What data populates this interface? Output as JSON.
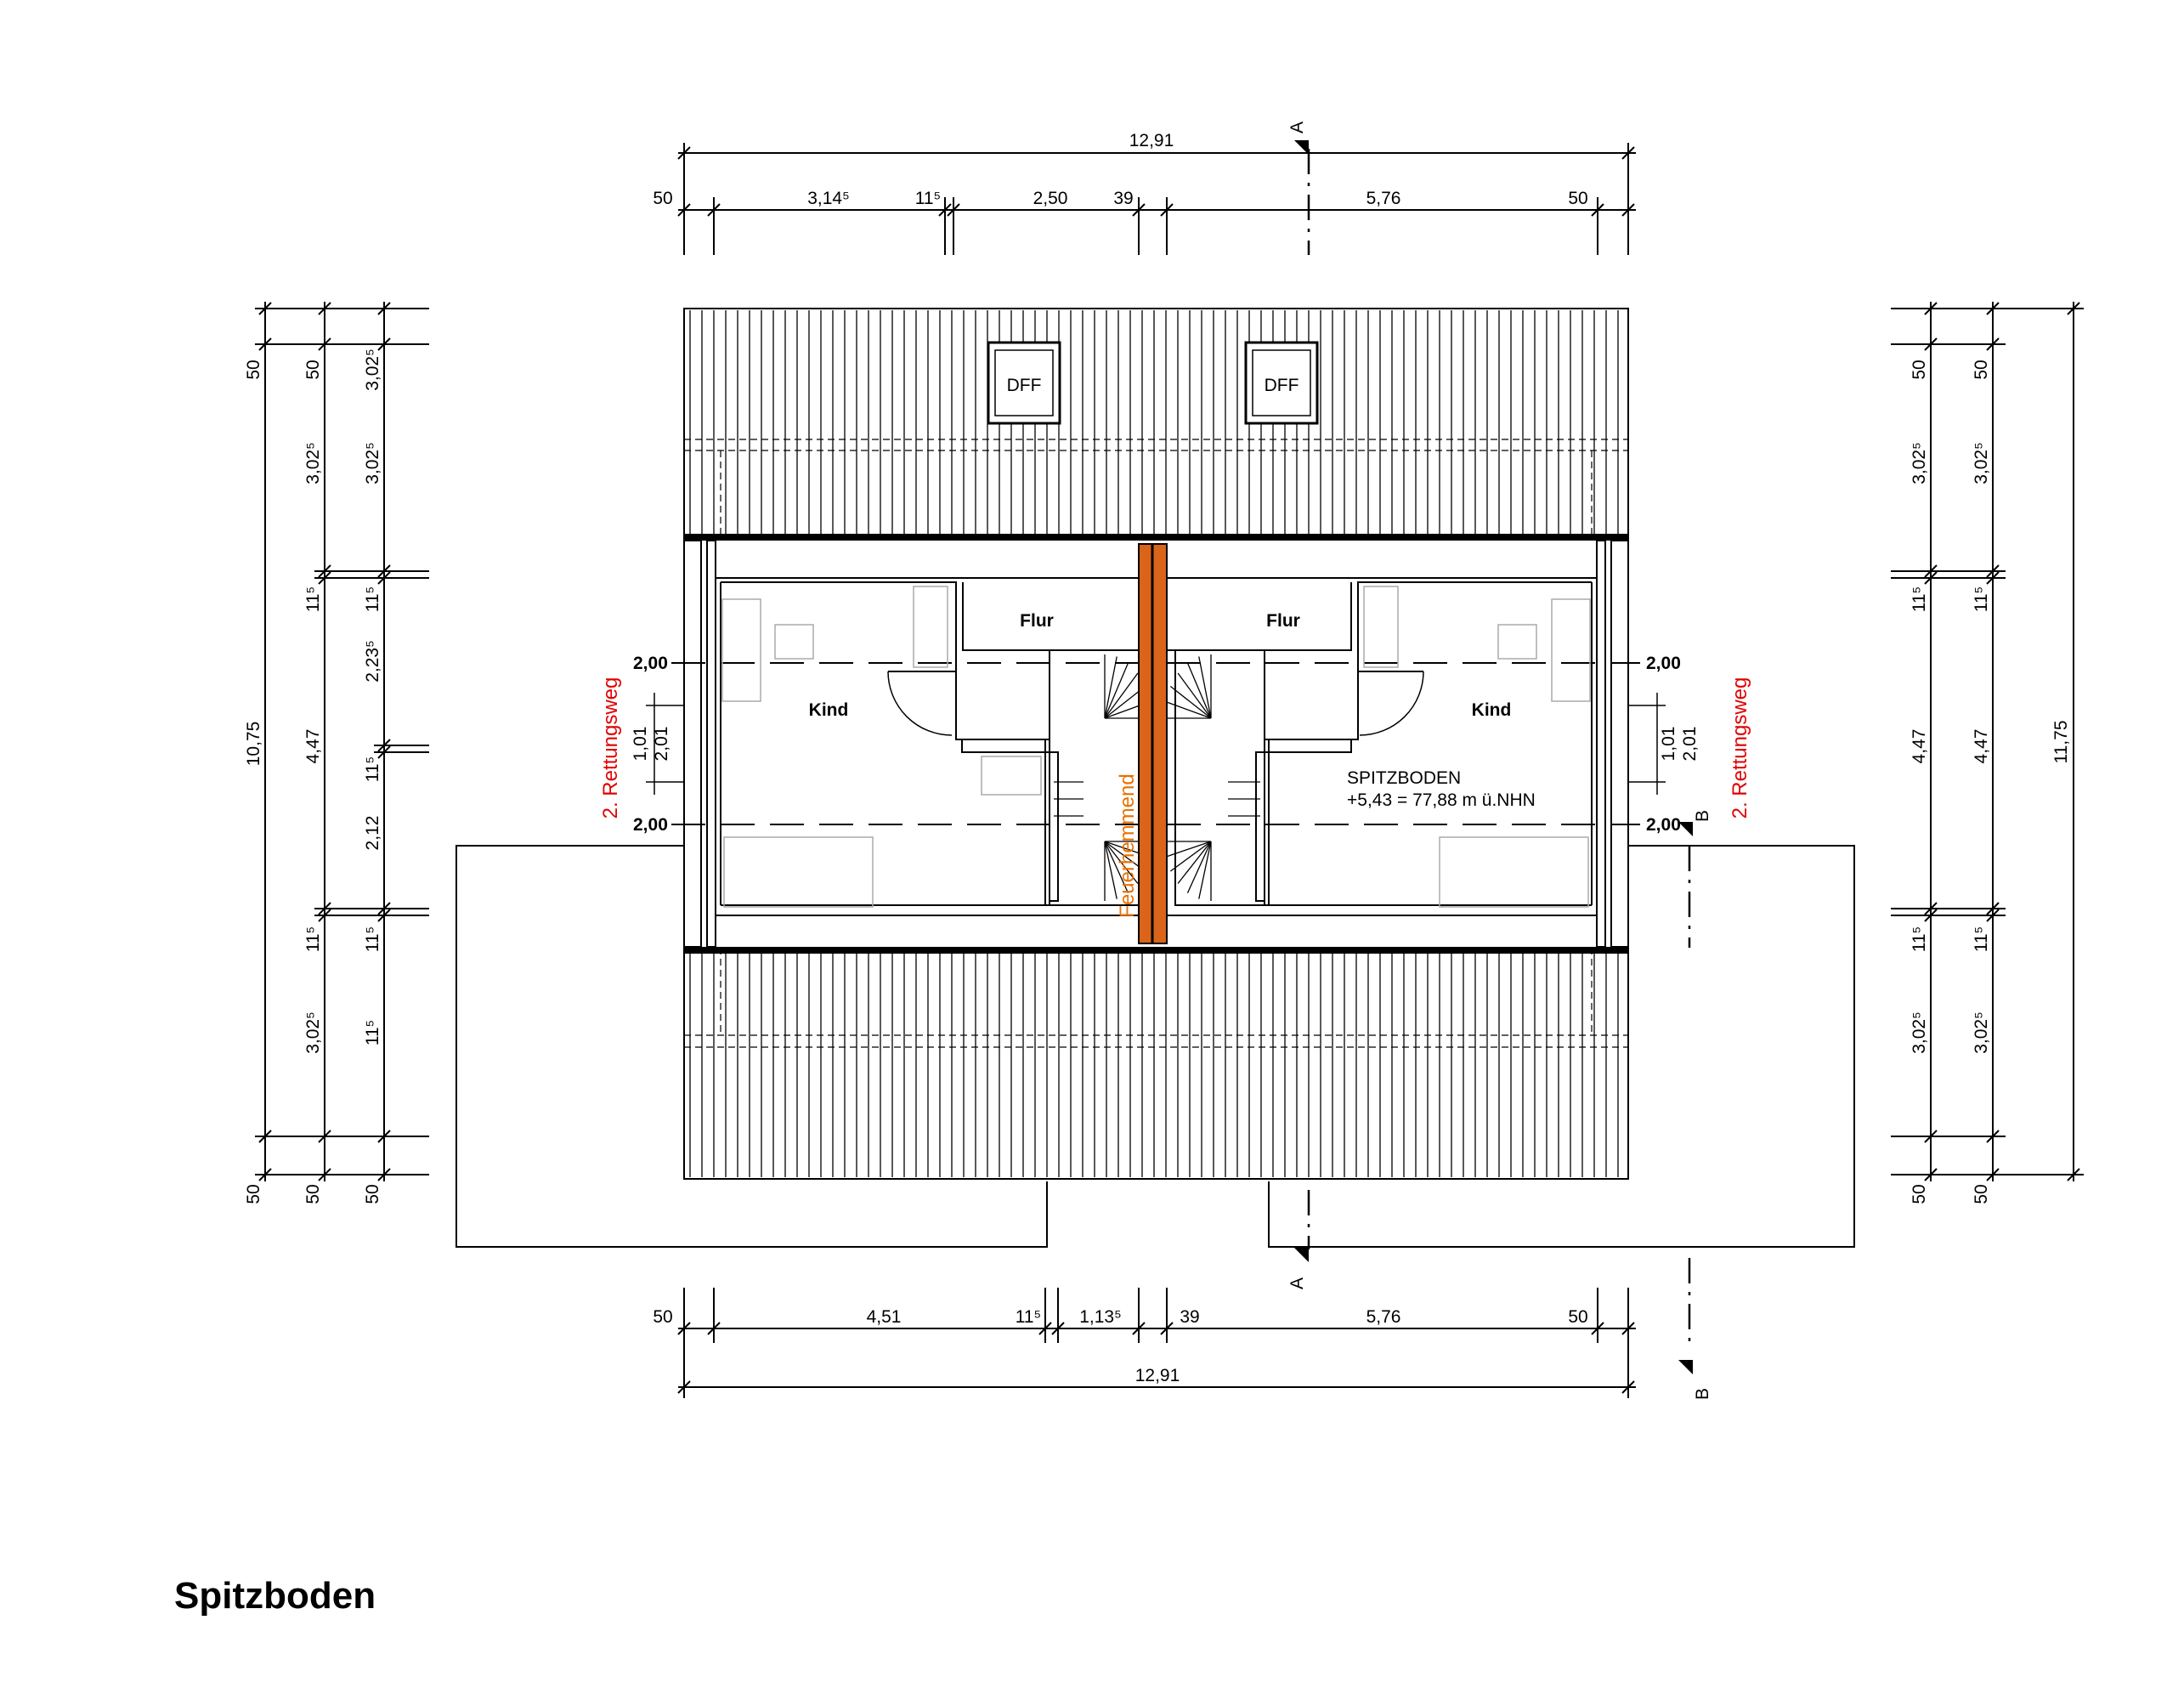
{
  "title": "Spitzboden",
  "rooms": {
    "kind_left": "Kind",
    "kind_right": "Kind",
    "flur_left": "Flur",
    "flur_right": "Flur",
    "spitzboden": "SPITZBODEN",
    "spitzboden_level": "+5,43 = 77,88 m ü.NHN"
  },
  "windows": {
    "dff_left": "DFF",
    "dff_right": "DFF"
  },
  "annotations": {
    "rettungsweg_left": "2. Rettungsweg",
    "rettungsweg_right": "2. Rettungsweg",
    "feuerhemmend": "Feuerhemmend",
    "section_a": "A",
    "section_b": "B"
  },
  "dimensions": {
    "top_total": "12,91",
    "top_1": "50",
    "top_2": "3,14⁵",
    "top_3": "11⁵",
    "top_4": "2,50",
    "top_5": "39",
    "top_6": "5,76",
    "top_7": "50",
    "bottom_total": "12,91",
    "bottom_1": "50",
    "bottom_2": "4,51",
    "bottom_3": "11⁵",
    "bottom_4": "1,13⁵",
    "bottom_5": "39",
    "bottom_6": "5,76",
    "bottom_7": "50",
    "left_total": "10,75",
    "left_a_1": "50",
    "left_a_2": "3,02⁵",
    "left_a_3": "11⁵",
    "left_a_4": "4,47",
    "left_a_5": "11⁵",
    "left_a_6": "3,02⁵",
    "left_a_7": "50",
    "left_b_1": "50",
    "left_b_2": "3,02⁵",
    "left_b_3": "11⁵",
    "left_b_4": "2,23⁵",
    "left_b_5": "11⁵",
    "left_b_6": "2,12",
    "left_b_7": "11⁵",
    "left_b_8": "3,02⁵",
    "left_b_9": "50",
    "right_total": "11,75",
    "right_a_1": "50",
    "right_a_2": "3,02⁵",
    "right_a_3": "11⁵",
    "right_a_4": "4,47",
    "right_a_5": "11⁵",
    "right_a_6": "3,02⁵",
    "right_a_7": "50",
    "right_b_1": "50",
    "right_b_2": "3,02⁵",
    "right_b_3": "11⁵",
    "right_b_4": "4,47",
    "right_b_5": "11⁵",
    "right_b_6": "3,02⁵",
    "right_b_7": "50",
    "sill_upper_left": "2,00",
    "sill_lower_left": "2,00",
    "sill_upper_right": "2,00",
    "sill_lower_right": "2,00",
    "win_left_1": "1,01",
    "win_left_2": "2,01",
    "win_right_1": "1,01",
    "win_right_2": "2,01"
  },
  "colors": {
    "line": "#000000",
    "red": "#e00000",
    "orange": "#e87000",
    "fire_wall": "#d9641a"
  }
}
